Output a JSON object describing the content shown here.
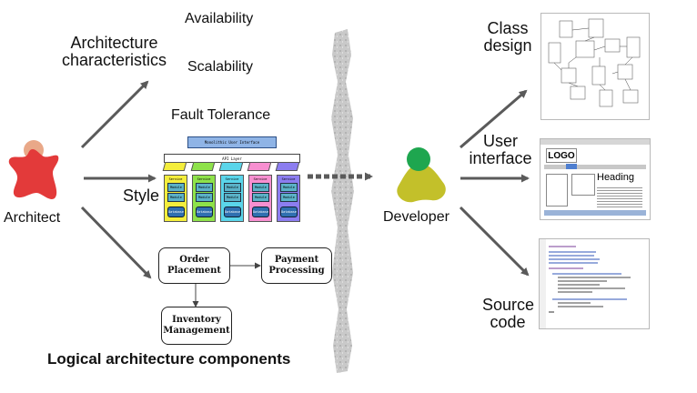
{
  "architect": {
    "label": "Architect",
    "arrows": {
      "characteristics": {
        "label_line1": "Architecture",
        "label_line2": "characteristics",
        "items": [
          "Availability",
          "Scalability",
          "Fault Tolerance"
        ]
      },
      "style": {
        "label": "Style"
      },
      "logical": {
        "caption": "Logical architecture components"
      }
    },
    "colors": {
      "body": "#e33a3a",
      "head": "#e9a888"
    }
  },
  "logical_components": {
    "order_placement": [
      "Order",
      "Placement"
    ],
    "payment_processing": [
      "Payment",
      "Processing"
    ],
    "inventory_management": [
      "Inventory",
      "Management"
    ]
  },
  "style_diagram": {
    "top_bar_text": "Monolithic User Interface",
    "api_layer_text": "API Layer",
    "service_label": "Service",
    "module_label": "Module",
    "database_label": "Database",
    "colors": [
      "#f4ee3c",
      "#8ee24a",
      "#5ad5ea",
      "#f78fd0",
      "#8c7df0"
    ]
  },
  "developer": {
    "label": "Developer",
    "colors": {
      "head": "#1ea64f",
      "body": "#c3c02a"
    },
    "outputs": [
      {
        "line1": "Class",
        "line2": "design"
      },
      {
        "line1": "User",
        "line2": "interface"
      },
      {
        "line1": "Source",
        "line2": "code"
      }
    ]
  },
  "ui_mockup": {
    "logo": "LOGO",
    "heading": "Heading"
  }
}
